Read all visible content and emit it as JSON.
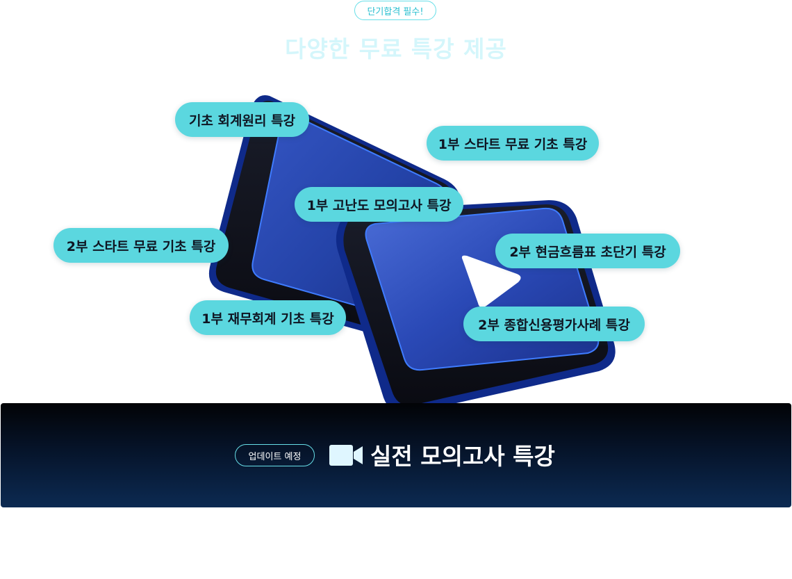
{
  "header": {
    "badge": "단기합격 필수!",
    "headline": "다양한 무료 특강 제공"
  },
  "lectures": [
    "기초 회계원리 특강",
    "1부 스타트 무료 기초 특강",
    "1부 고난도 모의고사 특강",
    "2부 스타트 무료 기초 특강",
    "2부 현금흐름표 초단기 특강",
    "1부 재무회계 기초 특강",
    "2부 종합신용평가사례 특강"
  ],
  "footer": {
    "badge": "업데이트 예정",
    "icon": "video-camera-icon",
    "title": "실전 모의고사 특강"
  },
  "colors": {
    "pill": "#5bd7df",
    "accent": "#67dfe8",
    "play_tile": "#2b4bb8",
    "bar_dark": "#020306",
    "bar_navy": "#0c2a52"
  }
}
